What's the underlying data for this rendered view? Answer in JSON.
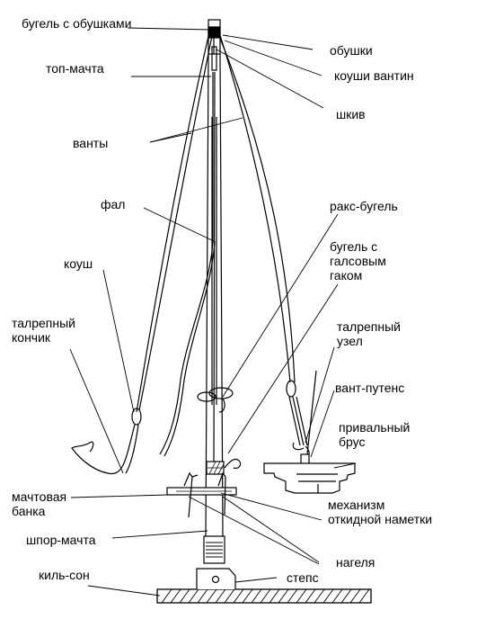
{
  "labels": {
    "bugel_s_obushkami": "бугель с обушками",
    "obushki": "обушки",
    "koushi_vantin": "коуши вантин",
    "top_machta": "топ-мачта",
    "shkiv": "шкив",
    "vanty": "ванты",
    "fal": "фал",
    "raks_bugel": "ракс-бугель",
    "bugel_s_galsovym_gakom": "бугель с\nгалсовым\nгаком",
    "kaush": "коуш",
    "talrepnyy_konchik": "талрепный\nкончик",
    "talrepnyy_uzel": "талрепный\nузел",
    "vant_putens": "вант-путенс",
    "privalnyy_brus": "привальный\nбрус",
    "machtovaya_banka": "мачтовая\nбанка",
    "mekhanizm": "механизм\nоткидной наметки",
    "shpor_machta": "шпор-мачта",
    "nagelya": "нагеля",
    "kil_son": "киль-сон",
    "steps": "степс"
  },
  "colors": {
    "ink": "#000000",
    "paper": "#ffffff"
  }
}
